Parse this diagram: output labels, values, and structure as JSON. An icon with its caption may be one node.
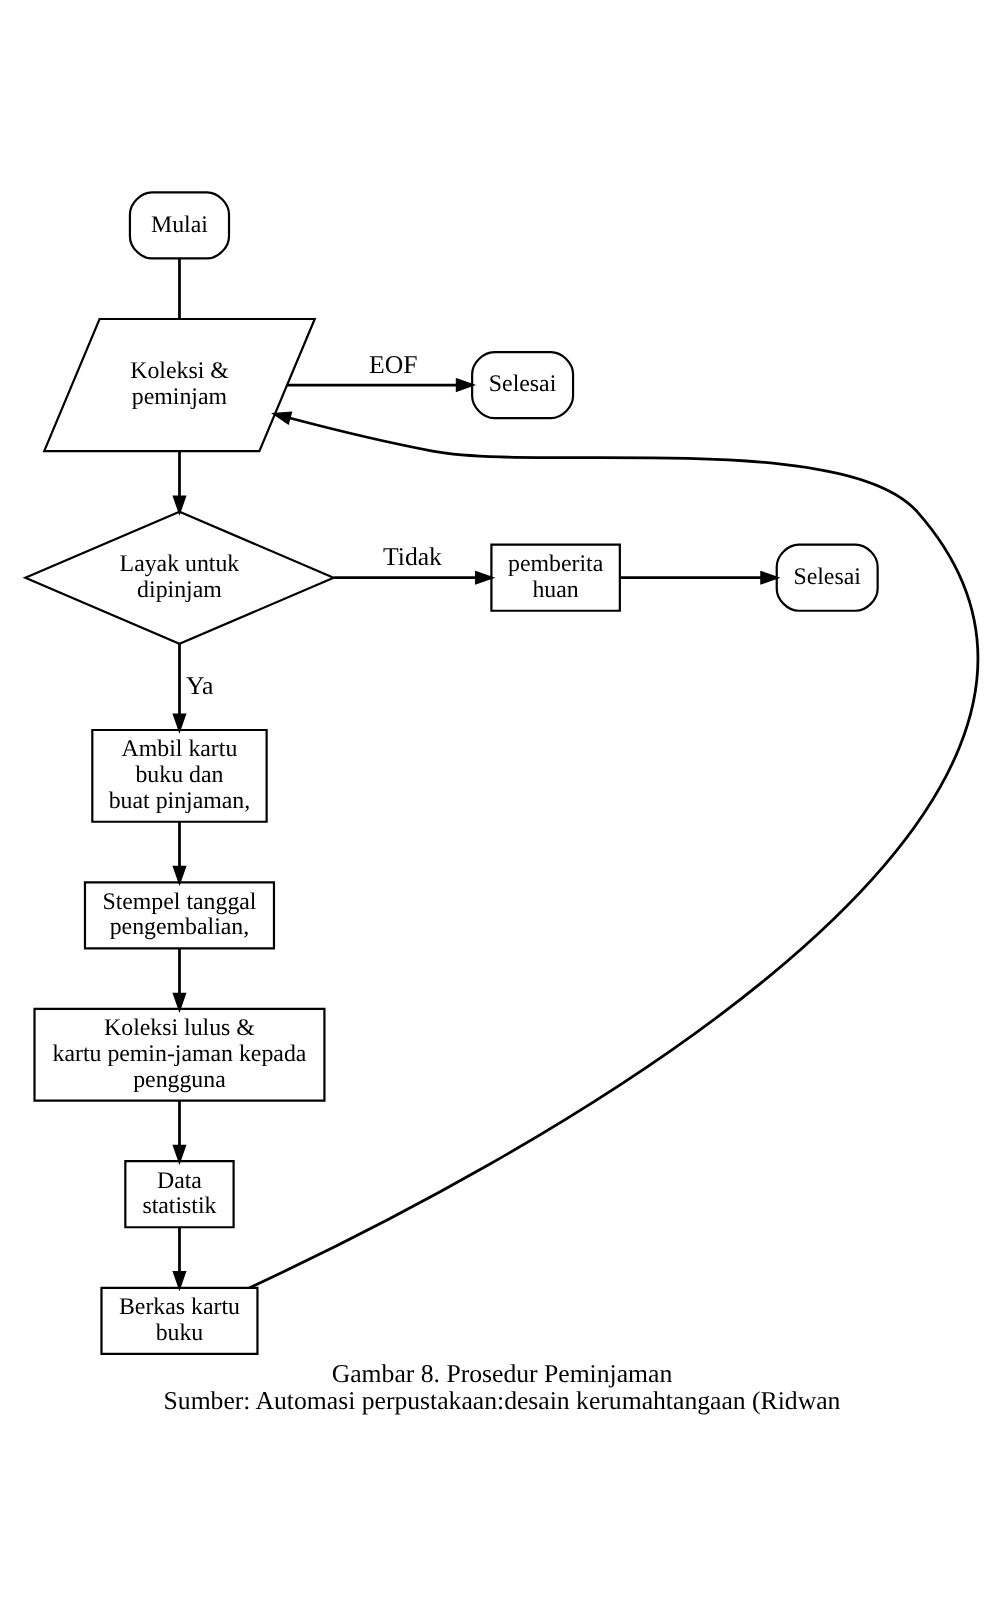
{
  "diagram": {
    "title": "Gambar 8. Prosedur Peminjaman",
    "caption": "Sumber: Automasi perpustakaan:desain kerumahtangaan (Ridwan",
    "nodes": [
      {
        "text": [
          "Mulai"
        ]
      },
      {
        "text": [
          "Koleksi & peminjam"
        ]
      },
      {
        "text": [
          "Selesai"
        ]
      },
      {
        "text": [
          "Layak untuk dipinjam"
        ]
      },
      {
        "text": [
          "pemberita huan"
        ]
      },
      {
        "text": [
          "Selesai"
        ]
      },
      {
        "text": [
          "Ambil kartu buku dan buat pinjaman,"
        ]
      },
      {
        "text": [
          "Stempel tanggal pengembalian,"
        ]
      },
      {
        "text": [
          "Koleksi lulus & kartu pemin-jaman kepada pengguna"
        ]
      },
      {
        "text": [
          "Data statistik"
        ]
      },
      {
        "text": [
          "Berkas kartu buku"
        ]
      }
    ],
    "edges": [
      {
        "from": 0,
        "to": 1,
        "arrow": "none"
      },
      {
        "from": 1,
        "to": 2,
        "arrow": "to",
        "label": "EOF"
      },
      {
        "from": 1,
        "to": 3,
        "arrow": "to"
      },
      {
        "from": 3,
        "to": 4,
        "arrow": "to",
        "label": "Tidak"
      },
      {
        "from": 4,
        "to": 5,
        "arrow": "to"
      },
      {
        "from": 3,
        "to": 6,
        "arrow": "to",
        "label": "Ya"
      },
      {
        "from": 6,
        "to": 7,
        "arrow": "to"
      },
      {
        "from": 7,
        "to": 8,
        "arrow": "to"
      },
      {
        "from": 8,
        "to": 9,
        "arrow": "to"
      },
      {
        "from": 9,
        "to": 10,
        "arrow": "to"
      },
      {
        "from": 10,
        "to": 1,
        "arrow": "to"
      }
    ]
  }
}
